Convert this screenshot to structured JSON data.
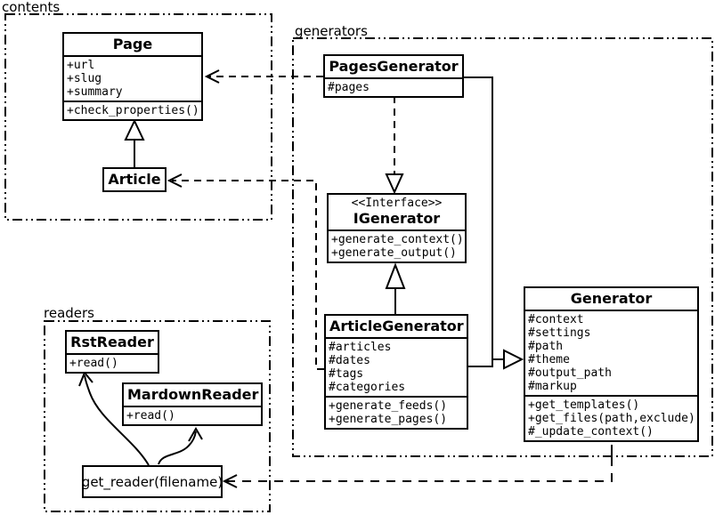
{
  "diagram_type": "uml-class-diagram",
  "colors": {
    "line": "#000000",
    "background": "#ffffff",
    "text": "#000000"
  },
  "packages": {
    "contents": {
      "label": "contents"
    },
    "generators": {
      "label": "generators"
    },
    "readers": {
      "label": "readers"
    }
  },
  "classes": {
    "page": {
      "name": "Page",
      "attributes": [
        "+url",
        "+slug",
        "+summary"
      ],
      "methods": [
        "+check_properties()"
      ]
    },
    "article": {
      "name": "Article"
    },
    "pages_generator": {
      "name": "PagesGenerator",
      "attributes": [
        "#pages"
      ]
    },
    "igenerator": {
      "stereotype": "<<Interface>>",
      "name": "IGenerator",
      "methods": [
        "+generate_context()",
        "+generate_output()"
      ]
    },
    "article_generator": {
      "name": "ArticleGenerator",
      "attributes": [
        "#articles",
        "#dates",
        "#tags",
        "#categories"
      ],
      "methods": [
        "+generate_feeds()",
        "+generate_pages()"
      ]
    },
    "generator": {
      "name": "Generator",
      "attributes": [
        "#context",
        "#settings",
        "#path",
        "#theme",
        "#output_path",
        "#markup"
      ],
      "methods": [
        "+get_templates()",
        "+get_files(path,exclude)",
        "#_update_context()"
      ]
    },
    "rst_reader": {
      "name": "RstReader",
      "methods": [
        "+read()"
      ]
    },
    "markdown_reader": {
      "name": "MardownReader",
      "methods": [
        "+read()"
      ]
    },
    "get_reader": {
      "label": "get_reader(filename)"
    }
  }
}
